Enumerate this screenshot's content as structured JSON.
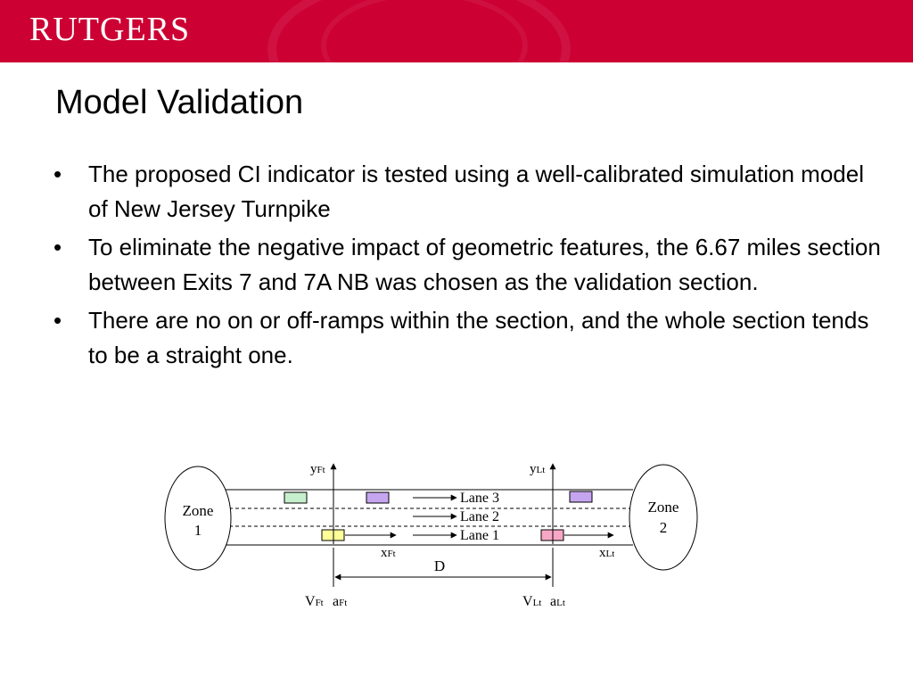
{
  "header": {
    "logo_text": "RUTGERS",
    "background_color": "#cc0033"
  },
  "slide": {
    "title": "Model Validation",
    "bullet_glyph": "•",
    "bullets": [
      "The proposed CI indicator is tested using a well-calibrated simulation model of New Jersey Turnpike",
      "To eliminate the negative impact of geometric features, the 6.67 miles section between Exits 7 and 7A NB was chosen as the validation section.",
      "There are no on or off-ramps within the section, and the whole section tends to be a straight one."
    ]
  },
  "diagram": {
    "zone1": {
      "name": "Zone",
      "number": "1"
    },
    "zone2": {
      "name": "Zone",
      "number": "2"
    },
    "lanes": [
      "Lane 3",
      "Lane 2",
      "Lane 1"
    ],
    "follower": {
      "y_axis": {
        "base": "y",
        "sub": "Ft"
      },
      "x_axis": {
        "base": "x",
        "sub": "Ft"
      },
      "velocity": {
        "base": "V",
        "sub": "Ft"
      },
      "accel": {
        "base": "a",
        "sub": "Ft"
      }
    },
    "leader": {
      "y_axis": {
        "base": "y",
        "sub": "Lt"
      },
      "x_axis": {
        "base": "x",
        "sub": "Lt"
      },
      "velocity": {
        "base": "V",
        "sub": "Lt"
      },
      "accel": {
        "base": "a",
        "sub": "Lt"
      }
    },
    "distance_label": "D",
    "vehicle_colors": {
      "green": "#c6efce",
      "purple": "#c5a5f0",
      "yellow": "#ffff99",
      "pink": "#f7a6c6"
    }
  }
}
